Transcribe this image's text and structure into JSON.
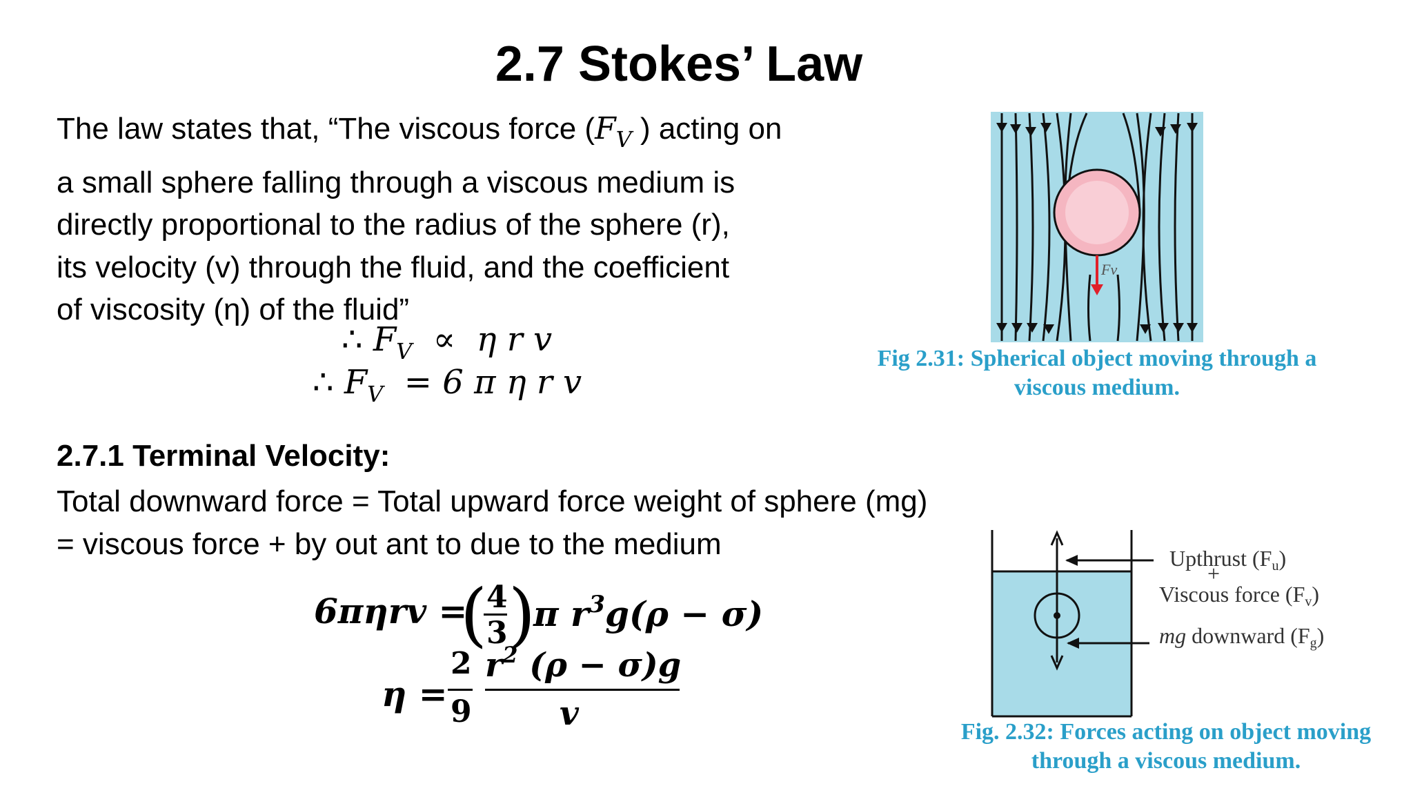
{
  "title": "2.7 Stokes’ Law",
  "paragraph": {
    "line1_pre": "The law states that, “The viscous force (",
    "fv_main": "F",
    "fv_sub": "V",
    "line1_post": " ) acting on",
    "line2": "a small sphere falling through a viscous medium is",
    "line3": "directly proportional to the radius of the sphere (r),",
    "line4": "its velocity (v) through the fluid, and the coefficient",
    "line5": "of viscosity (η) of the fluid”"
  },
  "equations": {
    "eq1_therefore": "∴",
    "eq1_lhs": "F",
    "eq1_sub": "V",
    "eq1_rel": "∝",
    "eq1_rhs": "η r v",
    "eq2_therefore": "∴",
    "eq2_lhs": "F",
    "eq2_sub": "V",
    "eq2_rel": "=",
    "eq2_rhs": "6 π  η r v"
  },
  "section": {
    "heading": "2.7.1 Terminal Velocity:",
    "line1": "Total downward force = Total upward force weight of sphere (mg)",
    "line2": "= viscous force + by out ant to due to the medium"
  },
  "formulas": {
    "f1_lhs": "6πηrv =",
    "f1_frac_num": "4",
    "f1_frac_den": "3",
    "f1_rhs": "π r",
    "f1_exp": "3",
    "f1_tail": "g(ρ − σ)",
    "f2_lhs": "η =",
    "f2_num1": "2",
    "f2_den1": "9",
    "f2_num2": "r",
    "f2_num2_exp": "2",
    "f2_num2_tail": " (ρ − σ)g",
    "f2_den2": "v"
  },
  "figure1": {
    "label": "Fv",
    "caption_line1": "Fig 2.31: Spherical object moving  through a",
    "caption_line2": "viscous medium."
  },
  "figure2": {
    "label_upthrust": "Upthrust (F",
    "label_upthrust_sub": "u",
    "label_plus": "+",
    "label_viscous": "Viscous force (F",
    "label_viscous_sub": "v",
    "label_mg": "mg",
    "label_downward": " downward (F",
    "label_downward_sub": "g",
    "caption_line1": "Fig. 2.32: Forces acting on object moving",
    "caption_line2": "through a viscous medium."
  },
  "colors": {
    "fluid": "#a8dbe8",
    "sphere": "#f5b6c1",
    "arrow_red": "#e0202a",
    "caption": "#2a9fc9"
  }
}
